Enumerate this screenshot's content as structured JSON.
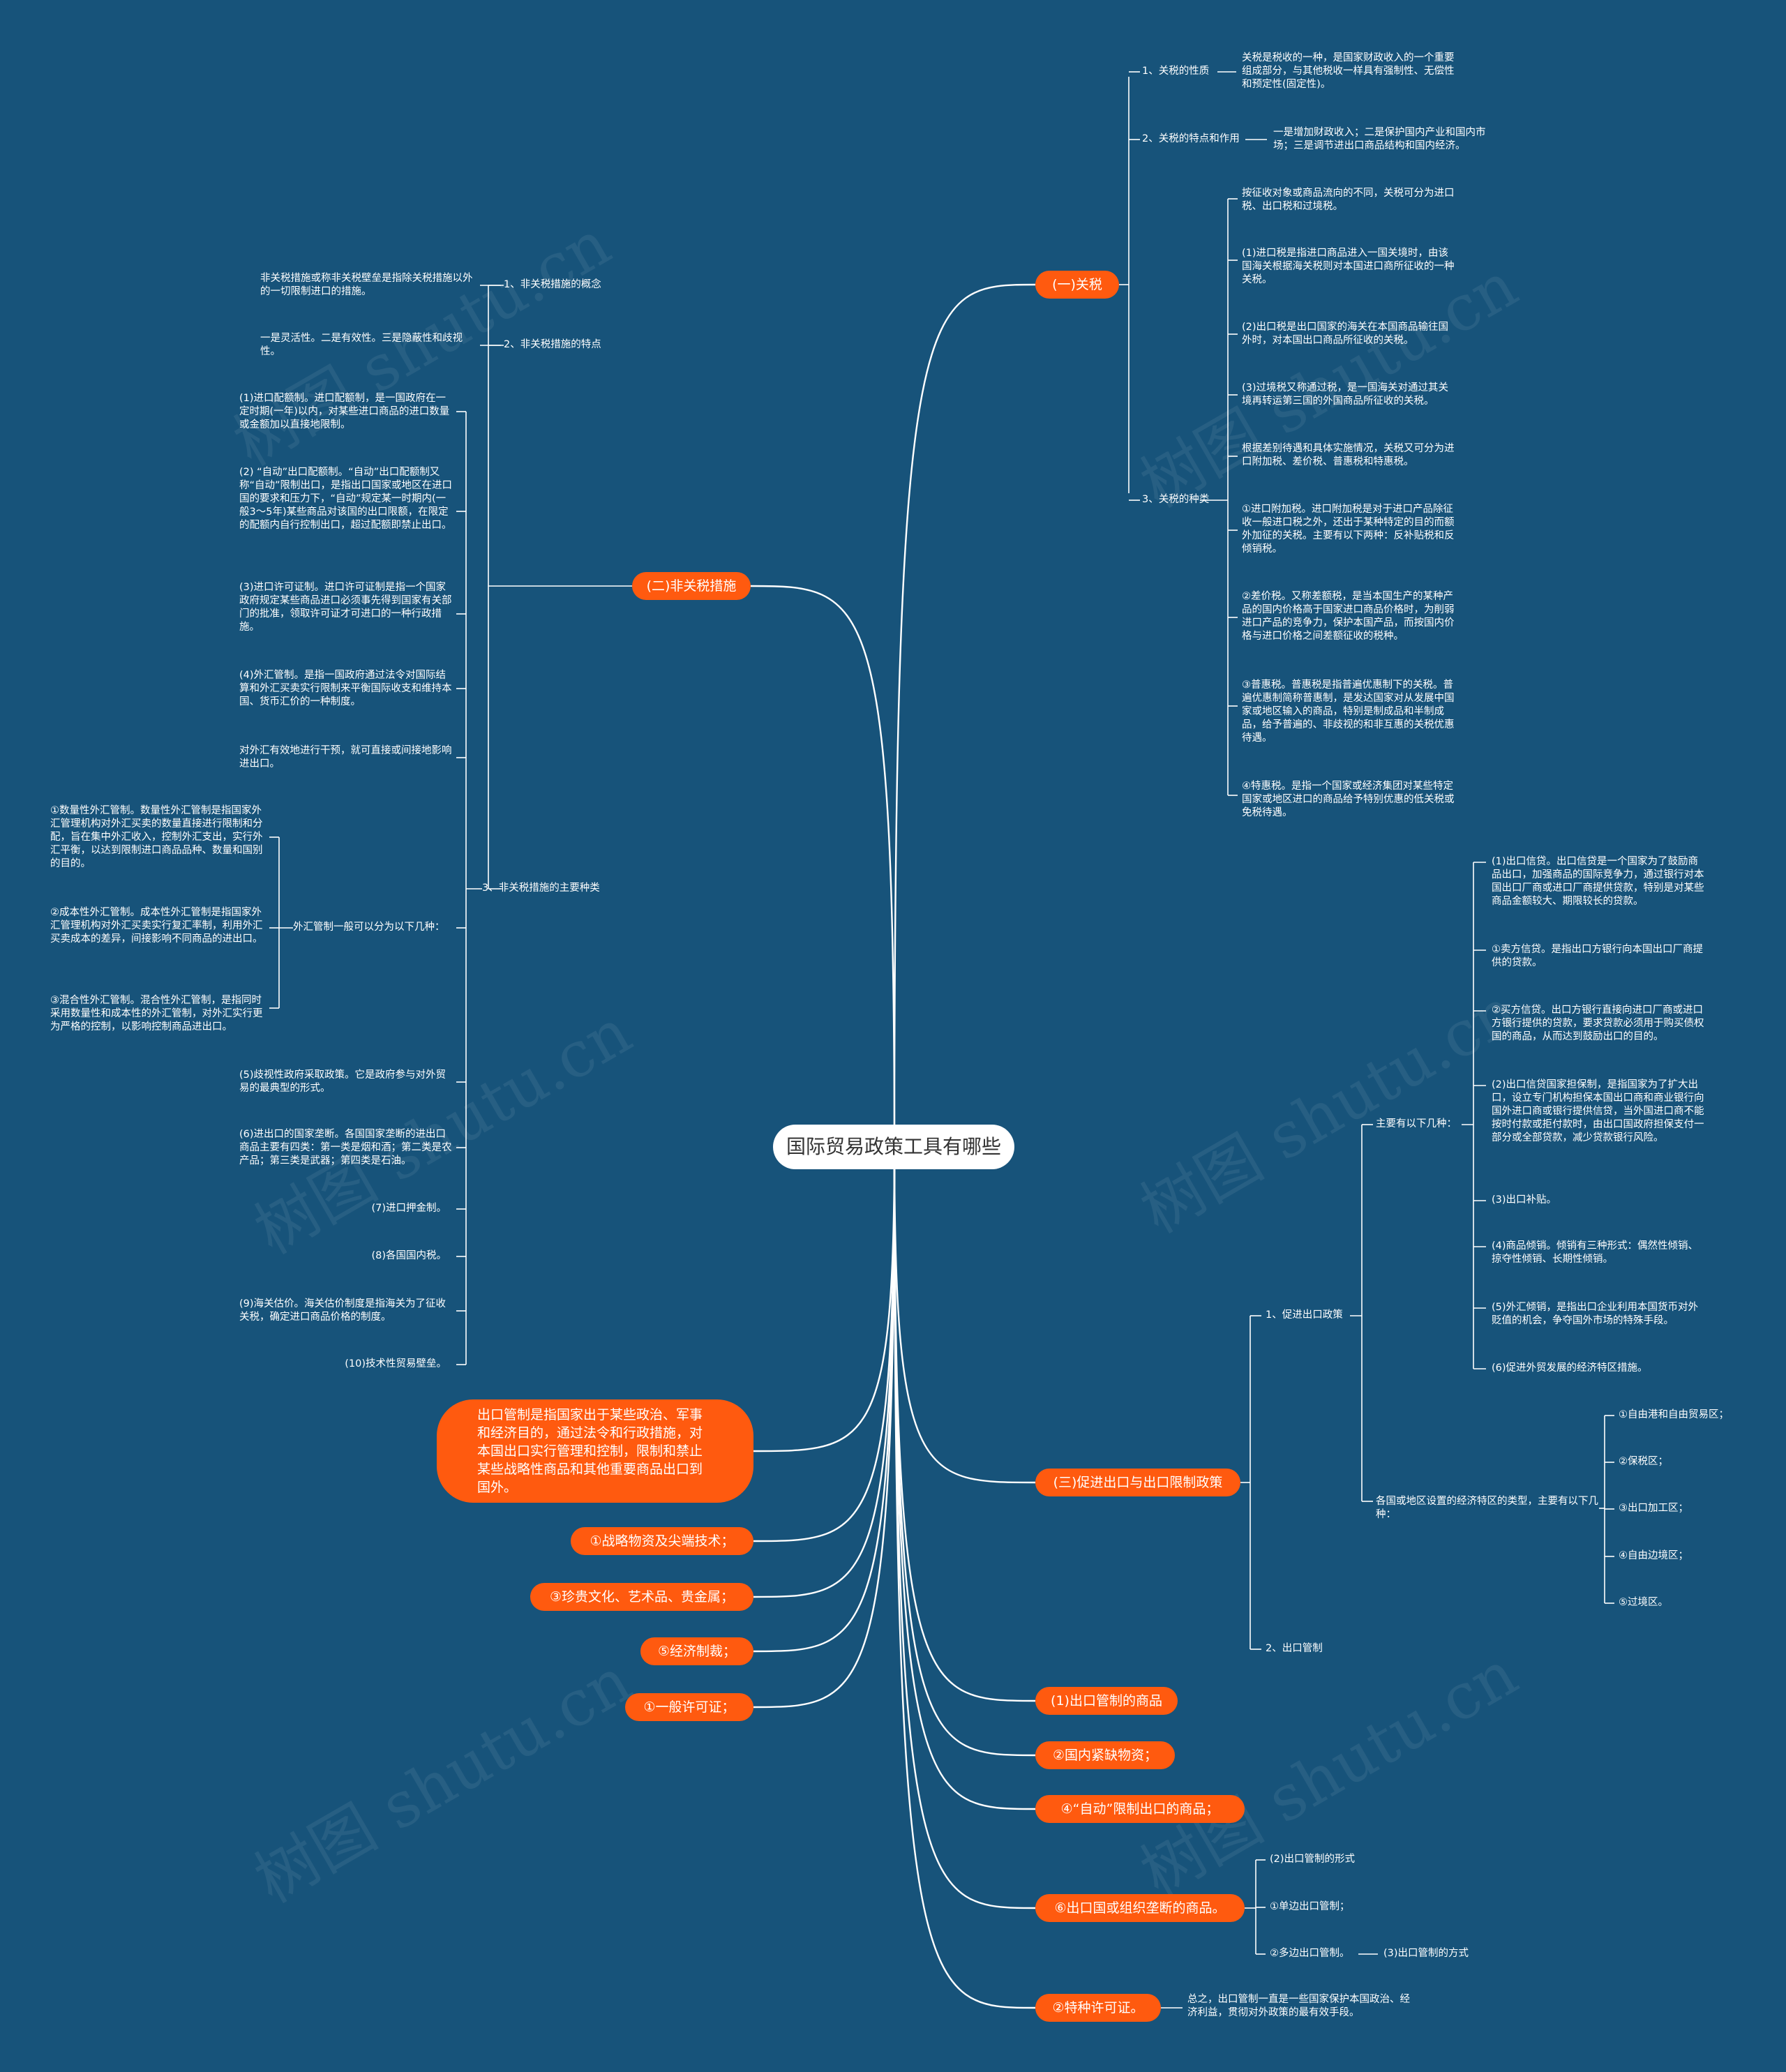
{
  "root": "国际贸易政策工具有哪些",
  "watermark": "树图 shutu.cn",
  "colors": {
    "background": "#17537a",
    "accent": "#ff5a0f",
    "line": "#ffffff"
  },
  "tariff": {
    "label": "(一)关税",
    "nature": {
      "label": "1、关税的性质",
      "text": "关税是税收的一种，是国家财政收入的一个重要组成部分，与其他税收一样具有强制性、无偿性和预定性(固定性)。"
    },
    "role": {
      "label": "2、关税的特点和作用",
      "text": "一是增加财政收入；二是保护国内产业和国内市场；三是调节进出口商品结构和国内经济。"
    },
    "types": {
      "label": "3、关税的种类",
      "items": [
        "按征收对象或商品流向的不同，关税可分为进口税、出口税和过境税。",
        "(1)进口税是指进口商品进入一国关境时，由该国海关根据海关税则对本国进口商所征收的一种关税。",
        "(2)出口税是出口国家的海关在本国商品输往国外时，对本国出口商品所征收的关税。",
        "(3)过境税又称通过税，是一国海关对通过其关境再转运第三国的外国商品所征收的关税。",
        "根据差别待遇和具体实施情况，关税又可分为进口附加税、差价税、普惠税和特惠税。",
        "①进口附加税。进口附加税是对于进口产品除征收一般进口税之外，还出于某种特定的目的而额外加征的关税。主要有以下两种：反补贴税和反倾销税。",
        "②差价税。又称差额税，是当本国生产的某种产品的国内价格高于国家进口商品价格时，为削弱进口产品的竞争力，保护本国产品，而按国内价格与进口价格之间差额征收的税种。",
        "③普惠税。普惠税是指普遍优惠制下的关税。普遍优惠制简称普惠制，是发达国家对从发展中国家或地区输入的商品，特别是制成品和半制成品，给予普遍的、非歧视的和非互惠的关税优惠待遇。",
        "④特惠税。是指一个国家或经济集团对某些特定国家或地区进口的商品给予特别优惠的低关税或免税待遇。"
      ]
    }
  },
  "nontariff": {
    "label": "(二)非关税措施",
    "concept": {
      "label": "1、非关税措施的概念",
      "text": "非关税措施或称非关税壁垒是指除关税措施以外的一切限制进口的措施。"
    },
    "feature": {
      "label": "2、非关税措施的特点",
      "text": "一是灵活性。二是有效性。三是隐蔽性和歧视性。"
    },
    "types": {
      "label": "3、非关税措施的主要种类",
      "items": [
        "(1)进口配额制。进口配额制，是一国政府在一定时期(一年)以内，对某些进口商品的进口数量或金额加以直接地限制。",
        "(2) “自动”出口配额制。“自动”出口配额制又称“自动”限制出口，是指出口国家或地区在进口国的要求和压力下，“自动”规定某一时期内(一般3～5年)某些商品对该国的出口限额，在限定的配额内自行控制出口，超过配额即禁止出口。",
        "(3)进口许可证制。进口许可证制是指一个国家政府规定某些商品进口必须事先得到国家有关部门的批准，领取许可证才可进口的一种行政措施。",
        "(4)外汇管制。是指一国政府通过法令对国际结算和外汇买卖实行限制来平衡国际收支和维持本国、货币汇价的一种制度。",
        "对外汇有效地进行干预，就可直接或间接地影响进出口。"
      ],
      "forex": {
        "label": "外汇管制一般可以分为以下几种：",
        "items": [
          "①数量性外汇管制。数量性外汇管制是指国家外汇管理机构对外汇买卖的数量直接进行限制和分配，旨在集中外汇收入，控制外汇支出，实行外汇平衡，以达到限制进口商品品种、数量和国别的目的。",
          "②成本性外汇管制。成本性外汇管制是指国家外汇管理机构对外汇买卖实行复汇率制，利用外汇买卖成本的差异，间接影响不同商品的进出口。",
          "③混合性外汇管制。混合性外汇管制，是指同时采用数量性和成本性的外汇管制，对外汇实行更为严格的控制，以影响控制商品进出口。"
        ]
      },
      "items2": [
        "(5)歧视性政府采取政策。它是政府参与对外贸易的最典型的形式。",
        "(6)进出口的国家垄断。各国国家垄断的进出口商品主要有四类：第一类是烟和酒；第二类是农产品；第三类是武器；第四类是石油。",
        "(7)进口押金制。",
        "(8)各国国内税。",
        "(9)海关估价。海关估价制度是指海关为了征收关税，确定进口商品价格的制度。",
        "(10)技术性贸易壁垒。"
      ]
    }
  },
  "left_pills": {
    "export_control_def": "出口管制是指国家出于某些政治、军事和经济目的，通过法令和行政措施，对本国出口实行管理和控制，限制和禁止某些战略性商品和其他重要商品出口到国外。",
    "items": [
      "①战略物资及尖端技术；",
      "③珍贵文化、艺术品、贵金属；",
      "⑤经济制裁；",
      "①一般许可证；"
    ]
  },
  "promote": {
    "label": "(三)促进出口与出口限制政策",
    "export_promo": {
      "label": "1、促进出口政策",
      "main": {
        "label": "主要有以下几种：",
        "items": [
          "(1)出口信贷。出口信贷是一个国家为了鼓励商品出口，加强商品的国际竞争力，通过银行对本国出口厂商或进口厂商提供贷款，特别是对某些商品金额较大、期限较长的贷款。",
          "①卖方信贷。是指出口方银行向本国出口厂商提供的贷款。",
          "②买方信贷。出口方银行直接向进口厂商或进口方银行提供的贷款，要求贷款必须用于购买债权国的商品，从而达到鼓励出口的目的。",
          "(2)出口信贷国家担保制，是指国家为了扩大出口，设立专门机构担保本国出口商和商业银行向国外进口商或银行提供信贷，当外国进口商不能按时付款或拒付款时，由出口国政府担保支付一部分或全部贷款，减少贷款银行风险。",
          "(3)出口补贴。",
          "(4)商品倾销。倾销有三种形式：偶然性倾销、掠夺性倾销、长期性倾销。",
          "(5)外汇倾销，是指出口企业利用本国货币对外贬值的机会，争夺国外市场的特殊手段。",
          "(6)促进外贸发展的经济特区措施。"
        ]
      },
      "zones": {
        "label": "各国或地区设置的经济特区的类型，主要有以下几种：",
        "items": [
          "①自由港和自由贸易区；",
          "②保税区；",
          "③出口加工区；",
          "④自由边境区；",
          "⑤过境区。"
        ]
      }
    },
    "export_control": {
      "label": "2、出口管制"
    }
  },
  "right_pills": {
    "goods": "(1)出口管制的商品",
    "scarce": "②国内紧缺物资；",
    "auto": "④“自动”限制出口的商品；",
    "monopoly": {
      "label": "⑥出口国或组织垄断的商品。",
      "children": [
        "(2)出口管制的形式",
        "①单边出口管制；",
        "②多边出口管制。"
      ],
      "method": "(3)出口管制的方式"
    },
    "special": {
      "label": "②特种许可证。",
      "summary": "总之，出口管制一直是一些国家保护本国政治、经济利益，贯彻对外政策的最有效手段。"
    }
  }
}
